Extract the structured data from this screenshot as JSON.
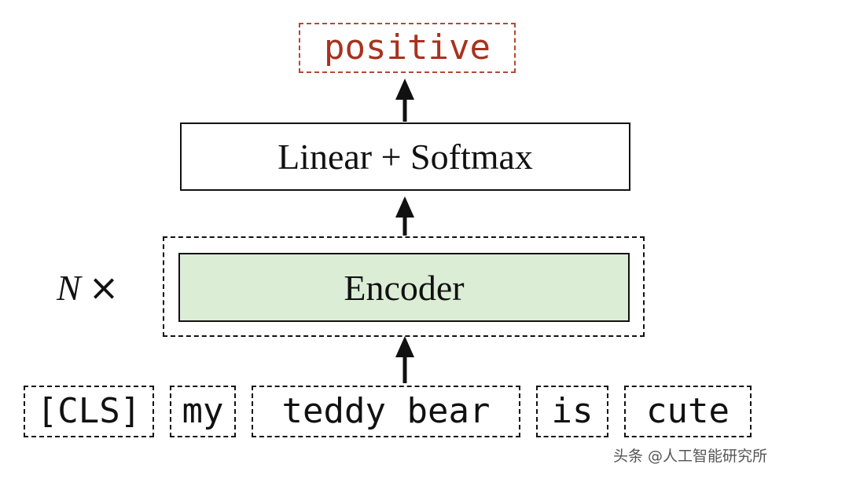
{
  "output": {
    "label": "positive",
    "color": "#a8321f"
  },
  "classifier": {
    "label": "Linear + Softmax"
  },
  "encoder": {
    "label": "Encoder",
    "fill": "#dcedd6"
  },
  "repeat": {
    "variable": "N",
    "times": "×"
  },
  "tokens": [
    "[CLS]",
    "my",
    "teddy bear",
    "is",
    "cute"
  ],
  "watermark": "头条 @人工智能研究所"
}
